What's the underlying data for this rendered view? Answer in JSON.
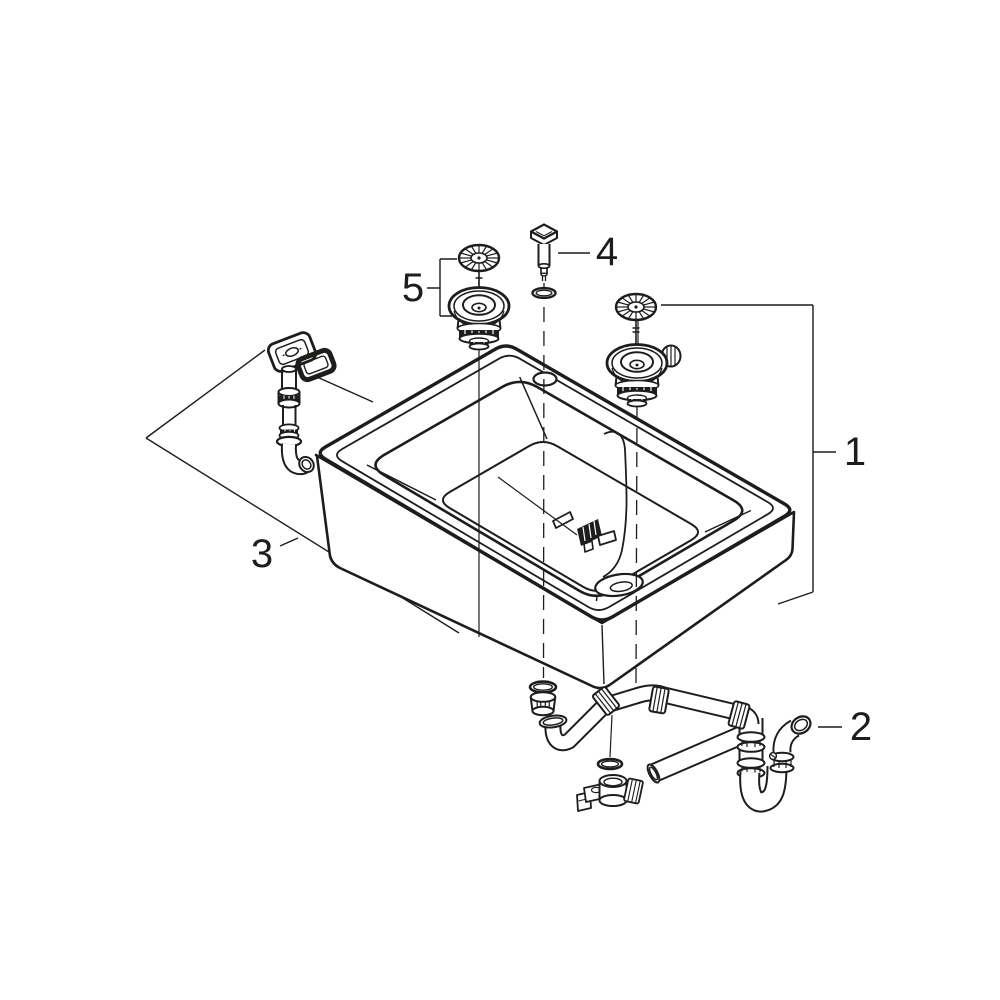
{
  "diagram": {
    "background_color": "#ffffff",
    "line_color": "#1d1d1b"
  },
  "labels": [
    {
      "text": "1"
    },
    {
      "text": "2"
    },
    {
      "text": "3"
    },
    {
      "text": "4"
    },
    {
      "text": "5"
    }
  ]
}
